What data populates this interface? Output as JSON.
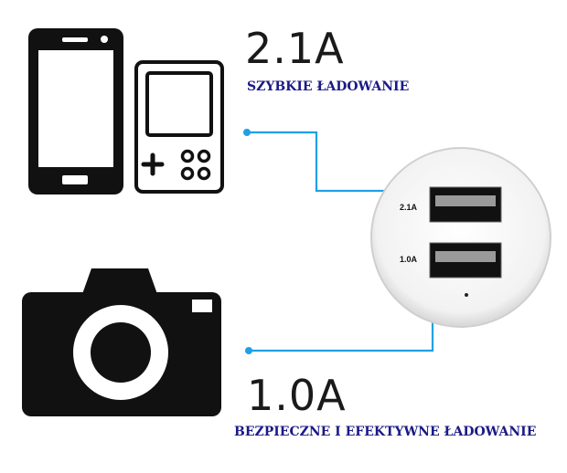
{
  "fast": {
    "current": "2.1A",
    "caption": "SZYBKIE ŁADOWANIE"
  },
  "safe": {
    "current": "1.0A",
    "caption": "BEZPIECZNE I EFEKTYWNE ŁADOWANIE"
  },
  "ports": {
    "top_label": "2.1A",
    "bottom_label": "1.0A"
  },
  "icons": [
    "smartphone-icon",
    "handheld-console-icon",
    "camera-icon"
  ],
  "colors": {
    "connector": "#1fa0e6",
    "caption": "#1b1a86",
    "icon": "#111111"
  }
}
